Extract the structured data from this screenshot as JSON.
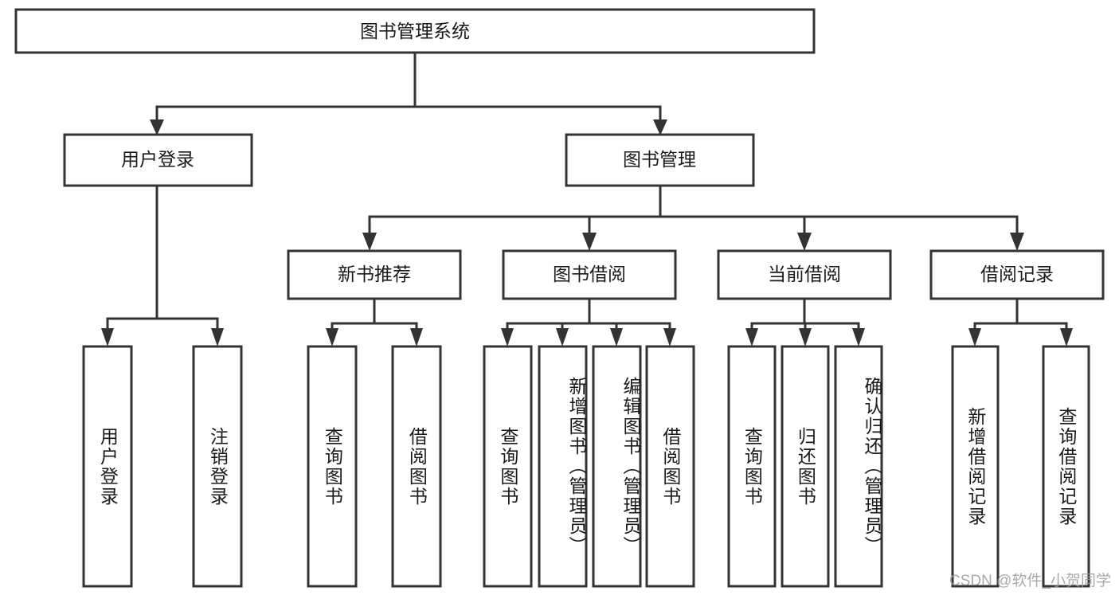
{
  "diagram": {
    "type": "tree",
    "title": "图书管理系统",
    "watermark": "CSDN @软件_小贺同学",
    "colors": {
      "background": "#ffffff",
      "stroke": "#333333",
      "text": "#1a1a1a",
      "watermark": "#9b9b9b"
    },
    "levels": {
      "root": {
        "label": "图书管理系统"
      },
      "level2": [
        {
          "id": "user-login",
          "label": "用户登录"
        },
        {
          "id": "book-management",
          "label": "图书管理"
        }
      ],
      "level3": [
        {
          "id": "new-book-recommend",
          "label": "新书推荐",
          "parent": "book-management"
        },
        {
          "id": "book-borrow",
          "label": "图书借阅",
          "parent": "book-management"
        },
        {
          "id": "current-borrow",
          "label": "当前借阅",
          "parent": "book-management"
        },
        {
          "id": "borrow-record",
          "label": "借阅记录",
          "parent": "book-management"
        }
      ],
      "leaves": [
        {
          "id": "leaf-user-login",
          "label": "用户登录",
          "parent": "user-login"
        },
        {
          "id": "leaf-logout-login",
          "label": "注销登录",
          "parent": "user-login"
        },
        {
          "id": "leaf-query-book-1",
          "label": "查询图书",
          "parent": "new-book-recommend"
        },
        {
          "id": "leaf-borrow-book-1",
          "label": "借阅图书",
          "parent": "new-book-recommend"
        },
        {
          "id": "leaf-query-book-2",
          "label": "查询图书",
          "parent": "book-borrow"
        },
        {
          "id": "leaf-add-book",
          "label": "新增图书（管理员）",
          "parent": "book-borrow"
        },
        {
          "id": "leaf-edit-book",
          "label": "编辑图书（管理员）",
          "parent": "book-borrow"
        },
        {
          "id": "leaf-borrow-book-2",
          "label": "借阅图书",
          "parent": "book-borrow"
        },
        {
          "id": "leaf-query-book-3",
          "label": "查询图书",
          "parent": "current-borrow"
        },
        {
          "id": "leaf-return-book",
          "label": "归还图书",
          "parent": "current-borrow"
        },
        {
          "id": "leaf-confirm-return",
          "label": "确认归还（管理员）",
          "parent": "current-borrow"
        },
        {
          "id": "leaf-add-record",
          "label": "新增借阅记录",
          "parent": "borrow-record"
        },
        {
          "id": "leaf-query-record",
          "label": "查询借阅记录",
          "parent": "borrow-record"
        }
      ]
    }
  }
}
